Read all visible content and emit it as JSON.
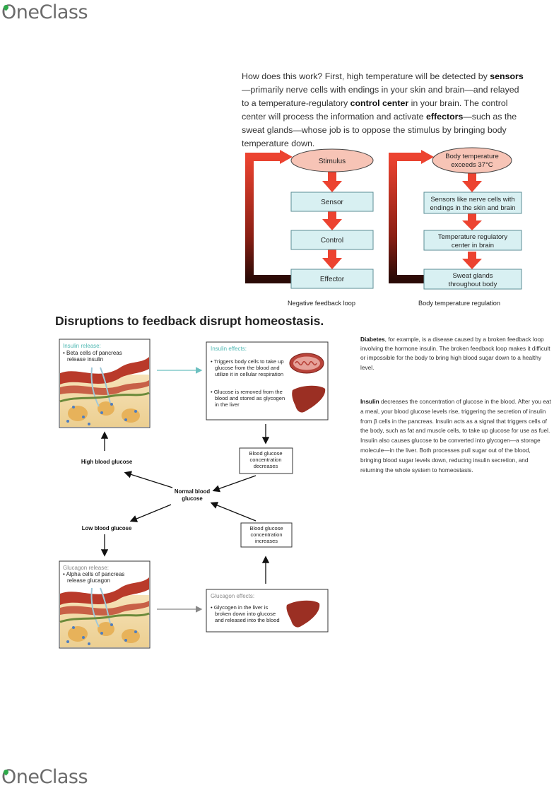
{
  "brand": {
    "logo_text": "OneClass"
  },
  "intro": {
    "p1": "How does this work? First, high temperature will be detected by ",
    "b1": "sensors",
    "p2": "—primarily nerve cells with endings in your skin and brain—and relayed to a temperature-regulatory ",
    "b2": "control center",
    "p3": " in your brain. The control center will process the information and activate ",
    "b3": "effectors",
    "p4": "—such as the sweat glands—whose job is to oppose the stimulus by bringing body temperature down."
  },
  "feedback_loop": {
    "stimulus": "Stimulus",
    "sensor": "Sensor",
    "control": "Control",
    "effector": "Effector",
    "caption": "Negative feedback loop"
  },
  "body_temp": {
    "stimulus_line1": "Body temperature",
    "stimulus_line2": "exceeds 37°C",
    "sensor_line1": "Sensors like nerve cells with",
    "sensor_line2": "endings in the skin and brain",
    "control_line1": "Temperature regulatory",
    "control_line2": "center in brain",
    "effector_line1": "Sweat glands",
    "effector_line2": "throughout body",
    "caption": "Body temperature regulation"
  },
  "heading": "Disruptions to feedback disrupt homeostasis.",
  "diabetes": {
    "bold": "Diabetes",
    "text": ", for example, is a disease caused by a broken feedback loop involving the hormone insulin. The broken feedback loop makes it difficult or impossible for the body to bring high blood sugar down to a healthy level."
  },
  "insulin_text": {
    "bold": "Insulin",
    "text": " decreases the concentration of glucose in the blood. After you eat a meal, your blood glucose levels rise, triggering the secretion of insulin from β cells in the pancreas. Insulin acts as a signal that triggers cells of the body, such as fat and muscle cells, to take up glucose for use as fuel. Insulin also causes glucose to be converted into glycogen—a storage molecule—in the liver. Both processes pull sugar out of the blood, bringing blood sugar levels down, reducing insulin secretion, and returning the whole system to homeostasis."
  },
  "glucose_diagram": {
    "insulin_release_title": "Insulin release:",
    "insulin_release_line1": "• Beta cells of pancreas",
    "insulin_release_line2": "release insulin",
    "insulin_effects_title": "Insulin effects:",
    "effect1_line1": "• Triggers body cells to take up",
    "effect1_line2": "glucose from the blood and",
    "effect1_line3": "utilize it in cellular respiration",
    "effect2_line1": "• Glucose is removed from the",
    "effect2_line2": "blood and stored as glycogen",
    "effect2_line3": "in the liver",
    "decrease_line1": "Blood glucose",
    "decrease_line2": "concentration",
    "decrease_line3": "decreases",
    "high": "High blood glucose",
    "normal_line1": "Normal blood",
    "normal_line2": "glucose",
    "low": "Low blood glucose",
    "increase_line1": "Blood glucose",
    "increase_line2": "concentration",
    "increase_line3": "increases",
    "glucagon_release_title": "Glucagon release:",
    "glucagon_release_line1": "• Alpha cells of pancreas",
    "glucagon_release_line2": "release glucagon",
    "glucagon_effects_title": "Glucagon effects:",
    "gl_effect_line1": "• Glycogen in the liver is",
    "gl_effect_line2": "broken down into glucose",
    "gl_effect_line3": "and released into the blood"
  },
  "colors": {
    "accent_red": "#e8402f",
    "box_fill": "#d8f0f2",
    "box_stroke": "#5b8e95",
    "oval_fill": "#f7c4b6",
    "teal_title": "#4fb8b3",
    "liver": "#9b2f23"
  }
}
